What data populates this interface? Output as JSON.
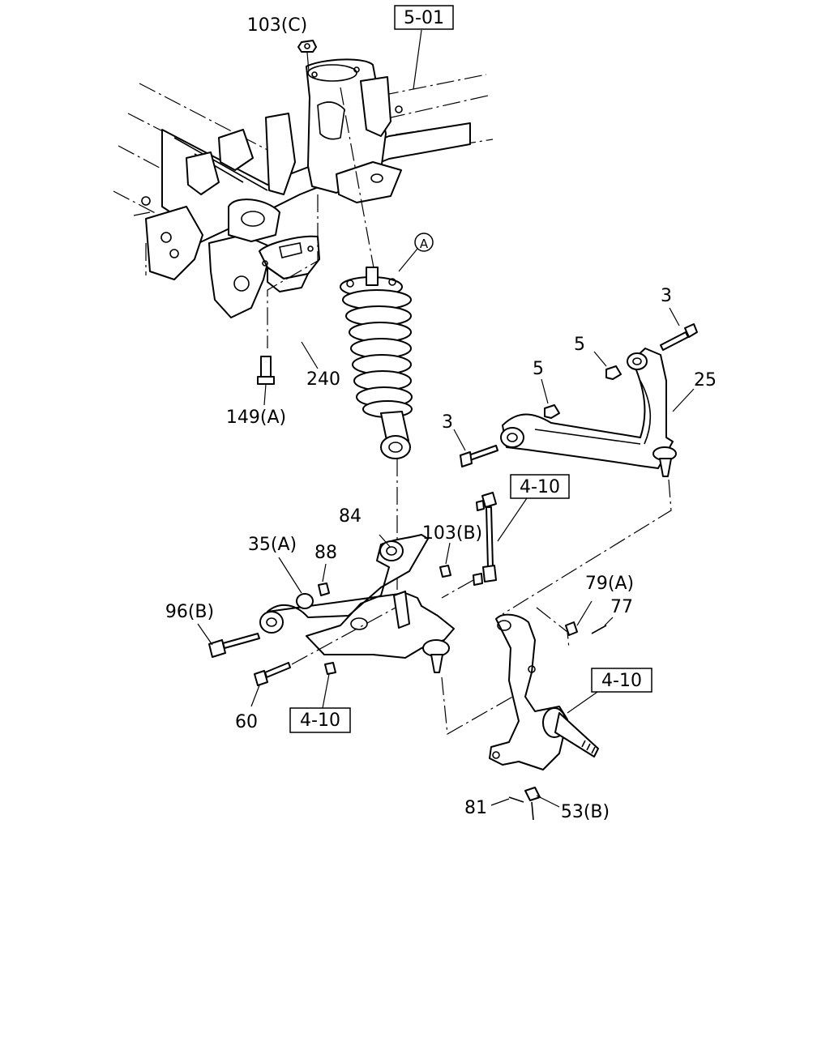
{
  "labels": {
    "frame_ref": "5-01",
    "nut_103c": "103(C)",
    "circle_a": "A",
    "bracket_240": "240",
    "bolt_149a": "149(A)",
    "bolt_3_upper": "3",
    "nut_5_upper": "5",
    "nut_5_lower": "5",
    "bolt_3_lower": "3",
    "upper_arm_25": "25",
    "stabilizer_ref": "4-10",
    "bushing_84": "84",
    "nut_103b": "103(B)",
    "washer_35a": "35(A)",
    "nut_88": "88",
    "bolt_96b": "96(B)",
    "nut_79a": "79(A)",
    "pin_77": "77",
    "knuckle_ref": "4-10",
    "bolt_60": "60",
    "lower_ref": "4-10",
    "pin_81": "81",
    "nut_53b": "53(B)"
  }
}
